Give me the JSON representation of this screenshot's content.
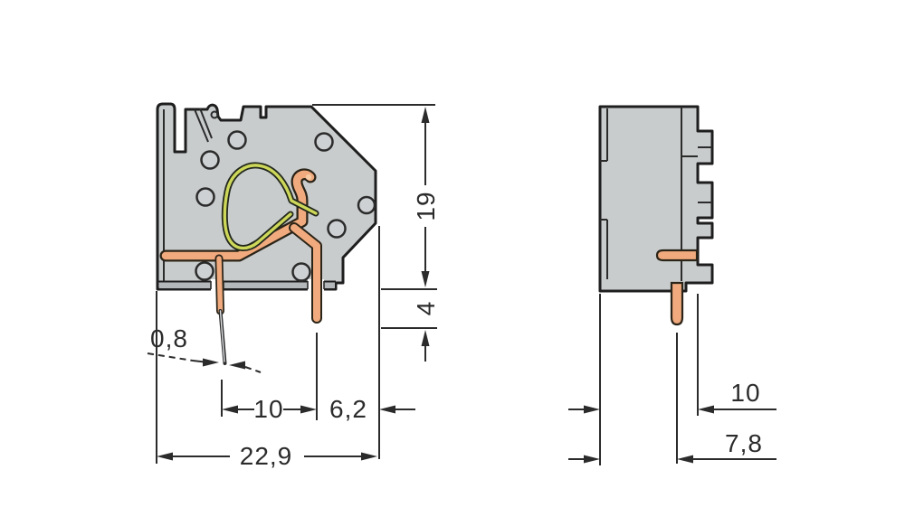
{
  "document": {
    "type": "technical-dimension-drawing",
    "subject": "pcb-terminal-block",
    "views": {
      "front": {
        "label": "front-section-view",
        "dimensions": {
          "overall_height_mm": "19",
          "pin_protrusion_mm": "4",
          "pin_thickness_mm": "0,8",
          "pin_pitch_mm": "10",
          "pin_to_edge_mm": "6,2",
          "overall_width_mm": "22,9"
        }
      },
      "side": {
        "label": "side-profile-view",
        "dimensions": {
          "overall_depth_mm": "10",
          "pin_offset_mm": "7,8"
        }
      }
    },
    "colors": {
      "housing": "#c9cccd",
      "housing_shadow": "#b4b8bb",
      "copper": "#f0aa7d",
      "copper_highlight": "#f7cba4",
      "spring": "#cdd75a",
      "outline": "#1e1e1e",
      "dimension_line": "#2b2b2b",
      "background": "#ffffff"
    }
  }
}
